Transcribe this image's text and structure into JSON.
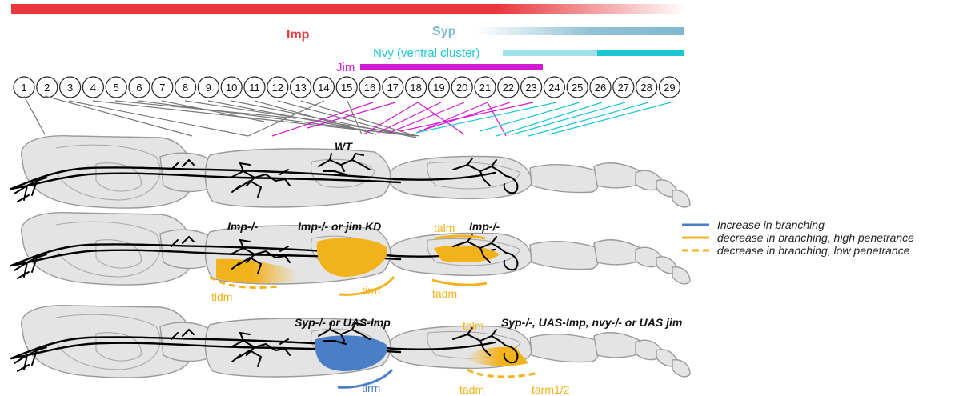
{
  "colors": {
    "imp": "#e8383d",
    "syp": "#7fb8cf",
    "nvy": "#1cc6d3",
    "jim": "#d21bd2",
    "mapGray": "#777777",
    "increase": "#4a7fc8",
    "decrease": "#f2b21b"
  },
  "gradient_labels": {
    "imp": "Imp",
    "syp": "Syp",
    "nvy": "Nvy (ventral cluster)",
    "jim": "Jim"
  },
  "neuron_numbers": [
    "1",
    "2",
    "3",
    "4",
    "5",
    "6",
    "7",
    "8",
    "9",
    "10",
    "11",
    "12",
    "13",
    "14",
    "15",
    "16",
    "17",
    "18",
    "19",
    "20",
    "21",
    "22",
    "23",
    "24",
    "25",
    "26",
    "27",
    "28",
    "29"
  ],
  "conditions": {
    "row1": {
      "label": "WT"
    },
    "row2": {
      "femur": "Imp-/-",
      "center": "Imp-/- or jim KD",
      "tibia": "Imp-/-"
    },
    "row3": {
      "center": "Syp-/- or UAS-Imp",
      "tibia": "Syp-/-, UAS-Imp, nvy-/-  or UAS jim"
    }
  },
  "muscle_labels": {
    "row2": {
      "tidm": "tidm",
      "tirm": "tirm",
      "talm": "talm",
      "tadm": "tadm"
    },
    "row3": {
      "talm": "talm",
      "tirm": "tirm",
      "tadm": "tadm",
      "tarm": "tarm1/2"
    }
  },
  "legend": [
    {
      "label": "Increase in branching",
      "style": "solid",
      "color": "#4a7fc8"
    },
    {
      "label": "decrease in branching, high penetrance",
      "style": "solid",
      "color": "#f2b21b"
    },
    {
      "label": "decrease in branching, low penetrance",
      "style": "dashed",
      "color": "#f2b21b"
    }
  ]
}
